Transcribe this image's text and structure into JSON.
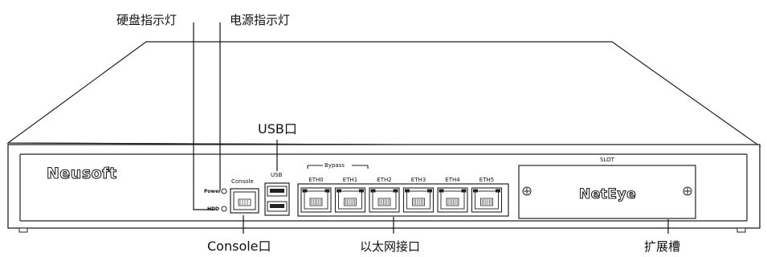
{
  "callouts": {
    "hdd_led": "硬盘指示灯",
    "power_led": "电源指示灯",
    "usb": "USB口",
    "console": "Console口",
    "ethernet": "以太网接口",
    "expansion": "扩展槽"
  },
  "panel": {
    "brand": "Neusoft",
    "power_label": "Power",
    "hdd_label": "HDD",
    "console_label": "Console",
    "usb_label": "USB",
    "bypass_label": "Bypass",
    "slot_label": "SLOT",
    "slot_brand": "NetEye",
    "ports": [
      {
        "label": "ETH0"
      },
      {
        "label": "ETH1"
      },
      {
        "label": "ETH2"
      },
      {
        "label": "ETH3"
      },
      {
        "label": "ETH4"
      },
      {
        "label": "ETH5"
      }
    ]
  }
}
